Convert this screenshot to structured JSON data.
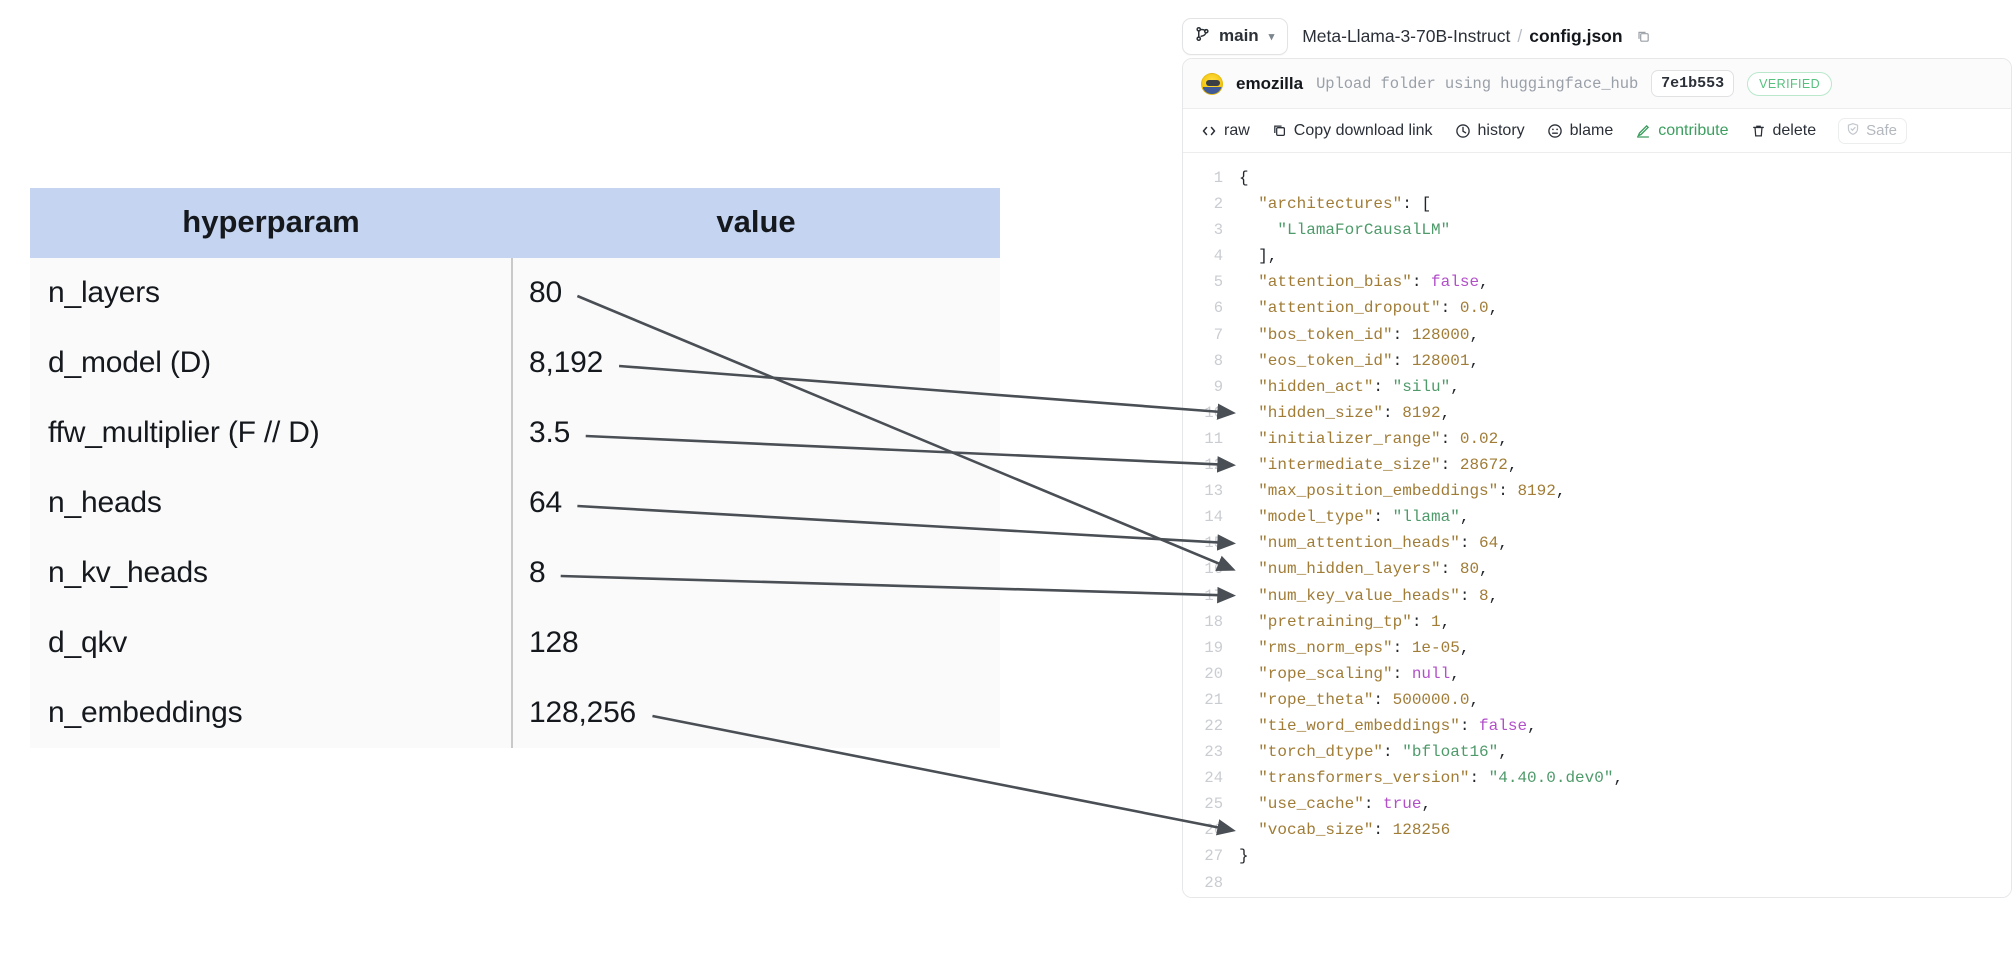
{
  "table": {
    "headers": [
      "hyperparam",
      "value"
    ],
    "rows": [
      {
        "hyperparam": "n_layers",
        "value": "80"
      },
      {
        "hyperparam": "d_model (D)",
        "value": "8,192"
      },
      {
        "hyperparam": "ffw_multiplier (F // D)",
        "value": "3.5"
      },
      {
        "hyperparam": "n_heads",
        "value": "64"
      },
      {
        "hyperparam": "n_kv_heads",
        "value": "8"
      },
      {
        "hyperparam": "d_qkv",
        "value": "128"
      },
      {
        "hyperparam": "n_embeddings",
        "value": "128,256"
      }
    ],
    "header_bg": "#c5d4f0",
    "body_bg": "#fafafa"
  },
  "hf": {
    "branch": {
      "label": "main",
      "caret": "chevron-down"
    },
    "breadcrumb": {
      "repo": "Meta-Llama-3-70B-Instruct",
      "separator": "/",
      "file": "config.json"
    },
    "commit": {
      "user": "emozilla",
      "message": "Upload folder using huggingface_hub",
      "sha": "7e1b553",
      "badge": "VERIFIED",
      "badge_color": "#56c17e"
    },
    "toolbar": {
      "items": [
        {
          "label": "raw",
          "icon": "code-icon",
          "color": "#2b3038"
        },
        {
          "label": "Copy download link",
          "icon": "copy-icon",
          "color": "#2b3038"
        },
        {
          "label": "history",
          "icon": "clock-icon",
          "color": "#2b3038"
        },
        {
          "label": "blame",
          "icon": "blame-icon",
          "color": "#2b3038"
        },
        {
          "label": "contribute",
          "icon": "pencil-icon",
          "color": "#3c9e5f"
        },
        {
          "label": "delete",
          "icon": "trash-icon",
          "color": "#2b3038"
        }
      ],
      "safe_label": "Safe"
    },
    "code": {
      "language": "json",
      "line_count": 28,
      "lines": [
        {
          "n": 1,
          "tokens": [
            {
              "t": "{",
              "c": "punc"
            }
          ]
        },
        {
          "n": 2,
          "tokens": [
            {
              "t": "  \"architectures\"",
              "c": "key"
            },
            {
              "t": ": [",
              "c": "punc"
            }
          ]
        },
        {
          "n": 3,
          "tokens": [
            {
              "t": "    \"LlamaForCausalLM\"",
              "c": "str"
            }
          ]
        },
        {
          "n": 4,
          "tokens": [
            {
              "t": "  ],",
              "c": "punc"
            }
          ]
        },
        {
          "n": 5,
          "tokens": [
            {
              "t": "  \"attention_bias\"",
              "c": "key"
            },
            {
              "t": ": ",
              "c": "punc"
            },
            {
              "t": "false",
              "c": "lit"
            },
            {
              "t": ",",
              "c": "punc"
            }
          ]
        },
        {
          "n": 6,
          "tokens": [
            {
              "t": "  \"attention_dropout\"",
              "c": "key"
            },
            {
              "t": ": ",
              "c": "punc"
            },
            {
              "t": "0.0",
              "c": "num"
            },
            {
              "t": ",",
              "c": "punc"
            }
          ]
        },
        {
          "n": 7,
          "tokens": [
            {
              "t": "  \"bos_token_id\"",
              "c": "key"
            },
            {
              "t": ": ",
              "c": "punc"
            },
            {
              "t": "128000",
              "c": "num"
            },
            {
              "t": ",",
              "c": "punc"
            }
          ]
        },
        {
          "n": 8,
          "tokens": [
            {
              "t": "  \"eos_token_id\"",
              "c": "key"
            },
            {
              "t": ": ",
              "c": "punc"
            },
            {
              "t": "128001",
              "c": "num"
            },
            {
              "t": ",",
              "c": "punc"
            }
          ]
        },
        {
          "n": 9,
          "tokens": [
            {
              "t": "  \"hidden_act\"",
              "c": "key"
            },
            {
              "t": ": ",
              "c": "punc"
            },
            {
              "t": "\"silu\"",
              "c": "str"
            },
            {
              "t": ",",
              "c": "punc"
            }
          ]
        },
        {
          "n": 10,
          "tokens": [
            {
              "t": "  \"hidden_size\"",
              "c": "key"
            },
            {
              "t": ": ",
              "c": "punc"
            },
            {
              "t": "8192",
              "c": "num"
            },
            {
              "t": ",",
              "c": "punc"
            }
          ]
        },
        {
          "n": 11,
          "tokens": [
            {
              "t": "  \"initializer_range\"",
              "c": "key"
            },
            {
              "t": ": ",
              "c": "punc"
            },
            {
              "t": "0.02",
              "c": "num"
            },
            {
              "t": ",",
              "c": "punc"
            }
          ]
        },
        {
          "n": 12,
          "tokens": [
            {
              "t": "  \"intermediate_size\"",
              "c": "key"
            },
            {
              "t": ": ",
              "c": "punc"
            },
            {
              "t": "28672",
              "c": "num"
            },
            {
              "t": ",",
              "c": "punc"
            }
          ]
        },
        {
          "n": 13,
          "tokens": [
            {
              "t": "  \"max_position_embeddings\"",
              "c": "key"
            },
            {
              "t": ": ",
              "c": "punc"
            },
            {
              "t": "8192",
              "c": "num"
            },
            {
              "t": ",",
              "c": "punc"
            }
          ]
        },
        {
          "n": 14,
          "tokens": [
            {
              "t": "  \"model_type\"",
              "c": "key"
            },
            {
              "t": ": ",
              "c": "punc"
            },
            {
              "t": "\"llama\"",
              "c": "str"
            },
            {
              "t": ",",
              "c": "punc"
            }
          ]
        },
        {
          "n": 15,
          "tokens": [
            {
              "t": "  \"num_attention_heads\"",
              "c": "key"
            },
            {
              "t": ": ",
              "c": "punc"
            },
            {
              "t": "64",
              "c": "num"
            },
            {
              "t": ",",
              "c": "punc"
            }
          ]
        },
        {
          "n": 16,
          "tokens": [
            {
              "t": "  \"num_hidden_layers\"",
              "c": "key"
            },
            {
              "t": ": ",
              "c": "punc"
            },
            {
              "t": "80",
              "c": "num"
            },
            {
              "t": ",",
              "c": "punc"
            }
          ]
        },
        {
          "n": 17,
          "tokens": [
            {
              "t": "  \"num_key_value_heads\"",
              "c": "key"
            },
            {
              "t": ": ",
              "c": "punc"
            },
            {
              "t": "8",
              "c": "num"
            },
            {
              "t": ",",
              "c": "punc"
            }
          ]
        },
        {
          "n": 18,
          "tokens": [
            {
              "t": "  \"pretraining_tp\"",
              "c": "key"
            },
            {
              "t": ": ",
              "c": "punc"
            },
            {
              "t": "1",
              "c": "num"
            },
            {
              "t": ",",
              "c": "punc"
            }
          ]
        },
        {
          "n": 19,
          "tokens": [
            {
              "t": "  \"rms_norm_eps\"",
              "c": "key"
            },
            {
              "t": ": ",
              "c": "punc"
            },
            {
              "t": "1e-05",
              "c": "num"
            },
            {
              "t": ",",
              "c": "punc"
            }
          ]
        },
        {
          "n": 20,
          "tokens": [
            {
              "t": "  \"rope_scaling\"",
              "c": "key"
            },
            {
              "t": ": ",
              "c": "punc"
            },
            {
              "t": "null",
              "c": "lit"
            },
            {
              "t": ",",
              "c": "punc"
            }
          ]
        },
        {
          "n": 21,
          "tokens": [
            {
              "t": "  \"rope_theta\"",
              "c": "key"
            },
            {
              "t": ": ",
              "c": "punc"
            },
            {
              "t": "500000.0",
              "c": "num"
            },
            {
              "t": ",",
              "c": "punc"
            }
          ]
        },
        {
          "n": 22,
          "tokens": [
            {
              "t": "  \"tie_word_embeddings\"",
              "c": "key"
            },
            {
              "t": ": ",
              "c": "punc"
            },
            {
              "t": "false",
              "c": "lit"
            },
            {
              "t": ",",
              "c": "punc"
            }
          ]
        },
        {
          "n": 23,
          "tokens": [
            {
              "t": "  \"torch_dtype\"",
              "c": "key"
            },
            {
              "t": ": ",
              "c": "punc"
            },
            {
              "t": "\"bfloat16\"",
              "c": "str"
            },
            {
              "t": ",",
              "c": "punc"
            }
          ]
        },
        {
          "n": 24,
          "tokens": [
            {
              "t": "  \"transformers_version\"",
              "c": "key"
            },
            {
              "t": ": ",
              "c": "punc"
            },
            {
              "t": "\"4.40.0.dev0\"",
              "c": "str"
            },
            {
              "t": ",",
              "c": "punc"
            }
          ]
        },
        {
          "n": 25,
          "tokens": [
            {
              "t": "  \"use_cache\"",
              "c": "key"
            },
            {
              "t": ": ",
              "c": "punc"
            },
            {
              "t": "true",
              "c": "lit"
            },
            {
              "t": ",",
              "c": "punc"
            }
          ]
        },
        {
          "n": 26,
          "tokens": [
            {
              "t": "  \"vocab_size\"",
              "c": "key"
            },
            {
              "t": ": ",
              "c": "punc"
            },
            {
              "t": "128256",
              "c": "num"
            }
          ]
        },
        {
          "n": 27,
          "tokens": [
            {
              "t": "}",
              "c": "punc"
            }
          ]
        },
        {
          "n": 28,
          "tokens": []
        }
      ]
    }
  },
  "annotations": {
    "arrow_color": "#4a4f55",
    "mappings": [
      {
        "from_row": "n_layers",
        "from_value": "80",
        "to_line": 16,
        "to_key": "num_hidden_layers"
      },
      {
        "from_row": "d_model (D)",
        "from_value": "8,192",
        "to_line": 10,
        "to_key": "hidden_size"
      },
      {
        "from_row": "ffw_multiplier (F // D)",
        "from_value": "3.5",
        "to_line": 12,
        "to_key": "intermediate_size"
      },
      {
        "from_row": "n_heads",
        "from_value": "64",
        "to_line": 15,
        "to_key": "num_attention_heads"
      },
      {
        "from_row": "n_kv_heads",
        "from_value": "8",
        "to_line": 17,
        "to_key": "num_key_value_heads"
      },
      {
        "from_row": "n_embeddings",
        "from_value": "128,256",
        "to_line": 26,
        "to_key": "vocab_size"
      }
    ]
  }
}
